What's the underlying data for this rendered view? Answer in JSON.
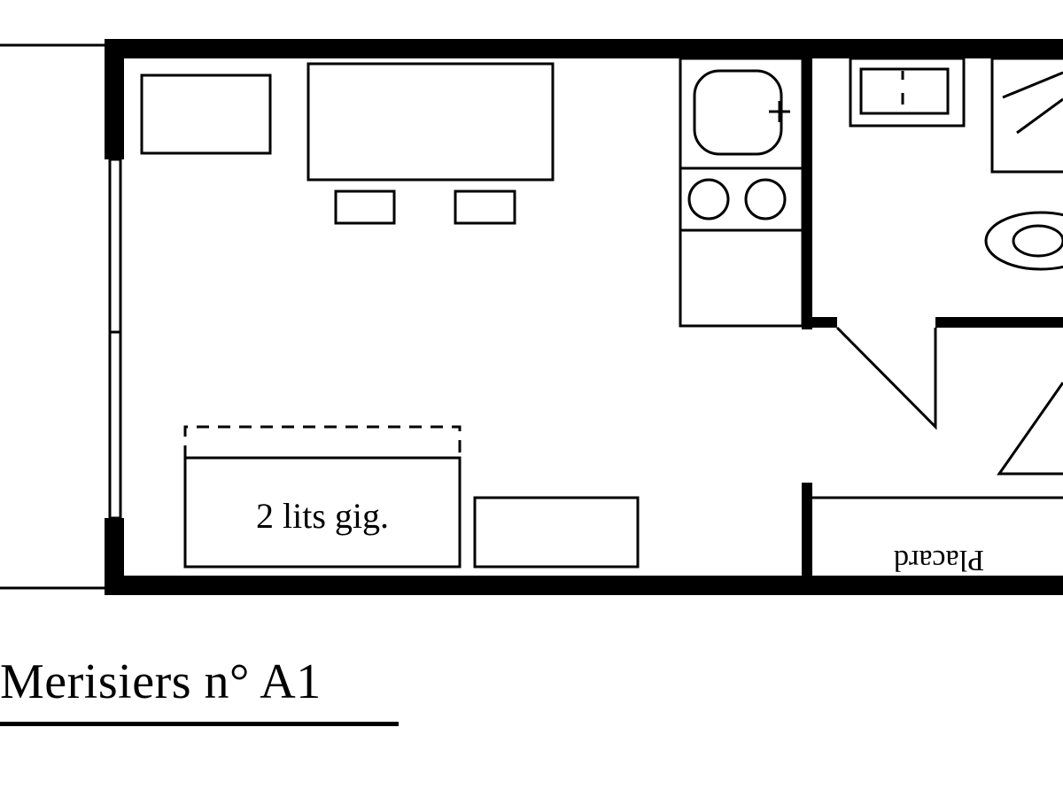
{
  "plan": {
    "labels": {
      "bed": "2 lits gig.",
      "closet": "Placard"
    },
    "title": "Merisiers n° A1"
  }
}
